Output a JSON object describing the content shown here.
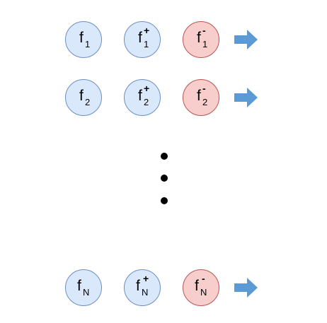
{
  "colors": {
    "blue_fill": "#dae8fc",
    "blue_stroke": "#6c8ebf",
    "red_fill": "#f8cecc",
    "red_stroke": "#b85450",
    "arrow": "#5b9bd5"
  },
  "rows": [
    {
      "f": {
        "base": "f",
        "sub": "1"
      },
      "f_plus": {
        "base": "f",
        "sup": "+",
        "sub": "1"
      },
      "f_minus": {
        "base": "f",
        "sup": "-",
        "sub": "1"
      }
    },
    {
      "f": {
        "base": "f",
        "sub": "2"
      },
      "f_plus": {
        "base": "f",
        "sup": "+",
        "sub": "2"
      },
      "f_minus": {
        "base": "f",
        "sup": "-",
        "sub": "2"
      }
    },
    {
      "f": {
        "base": "f",
        "sub": "N"
      },
      "f_plus": {
        "base": "f",
        "sup": "+",
        "sub": "N"
      },
      "f_minus": {
        "base": "f",
        "sup": "-",
        "sub": "N"
      }
    }
  ],
  "ellipsis_icon": "vertical-ellipsis",
  "arrow_icon": "right-arrow"
}
